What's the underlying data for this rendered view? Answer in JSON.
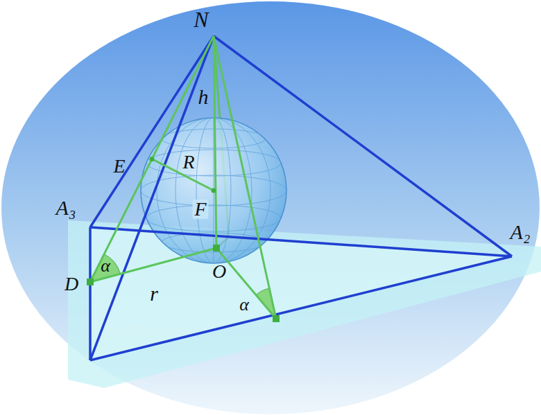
{
  "diagram": {
    "labels": [
      "N",
      "h",
      "E",
      "R",
      "F",
      "A₃",
      "D",
      "α",
      "r",
      "O",
      "α",
      "A₂"
    ]
  }
}
